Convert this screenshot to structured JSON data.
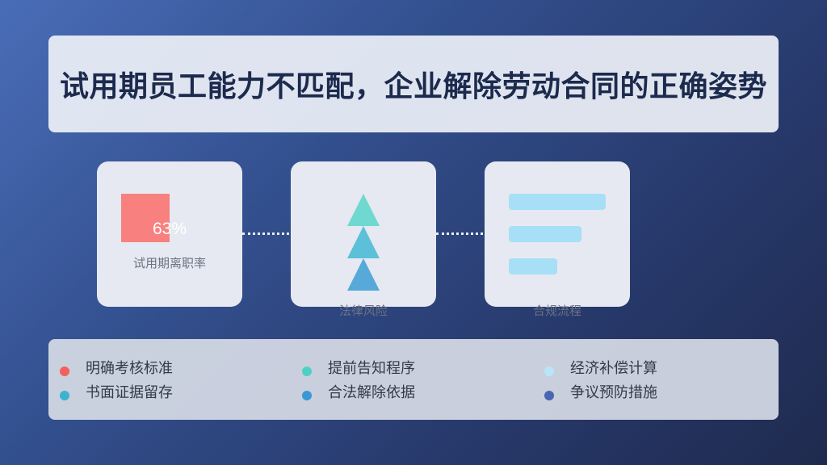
{
  "title": "试用期员工能力不匹配，企业解除劳动合同的正确姿势",
  "cards": [
    {
      "value": "63%",
      "label": "试用期离职率",
      "color": "#f8807e"
    },
    {
      "label": "法律风险",
      "colors": [
        "#6fd8d0",
        "#5cc0d8",
        "#56a9d9"
      ]
    },
    {
      "label": "合规流程",
      "color": "#a7dff7"
    }
  ],
  "legend": {
    "glyph": "",
    "items": [
      {
        "text": "明确考核标准",
        "color": "#f4605e"
      },
      {
        "text": "提前告知程序",
        "color": "#4fd0c4"
      },
      {
        "text": "经济补偿计算",
        "color": "#b8e6f8"
      },
      {
        "text": "书面证据留存",
        "color": "#3ab3cf"
      },
      {
        "text": "合法解除依据",
        "color": "#3a97d6"
      },
      {
        "text": "争议预防措施",
        "color": "#4a66b3"
      }
    ]
  }
}
